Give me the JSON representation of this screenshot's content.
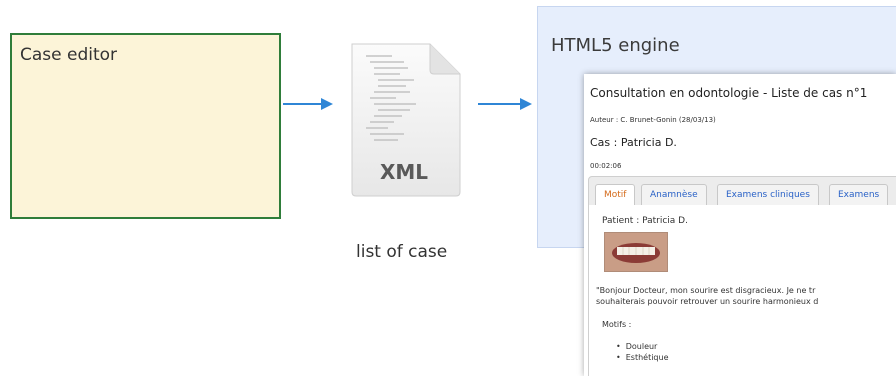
{
  "nodes": {
    "case_editor": {
      "label": "Case editor"
    },
    "xml_file": {
      "label": "XML",
      "caption": "list of case"
    },
    "html5_engine": {
      "label": "HTML5 engine"
    }
  },
  "edges": [
    {
      "from": "case_editor",
      "to": "xml_file"
    },
    {
      "from": "xml_file",
      "to": "html5_engine"
    }
  ],
  "screenshot": {
    "title": "Consultation en odontologie - Liste de cas n°1",
    "author": "Auteur : C. Brunet-Gonin (28/03/13)",
    "case": "Cas : Patricia D.",
    "timer": "00:02:06",
    "tabs": [
      "Motif",
      "Anamnèse",
      "Examens cliniques",
      "Examens"
    ],
    "active_tab": "Motif",
    "patient": "Patient : Patricia D.",
    "quote_line1": "\"Bonjour Docteur, mon sourire est disgracieux. Je ne tr",
    "quote_line2": "souhaiterais pouvoir retrouver un sourire harmonieux d",
    "motifs_label": "Motifs :",
    "motifs": [
      "Douleur",
      "Esthétique"
    ]
  },
  "colors": {
    "case_editor_fill": "#fcf4d8",
    "case_editor_border": "#2f7d3a",
    "arrow": "#2f86d6",
    "engine_fill": "#e6eefc",
    "tab_link": "#2a62c7",
    "tab_active": "#d46a1a"
  }
}
